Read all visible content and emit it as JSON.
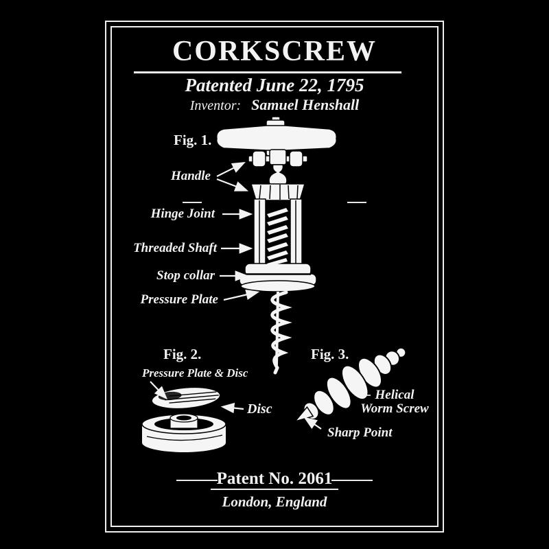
{
  "poster": {
    "title": "CORKSCREW",
    "patented": "Patented June 22, 1795",
    "inventor_label": "Inventor:",
    "inventor_name": "Samuel Henshall",
    "fig1": {
      "label": "Fig. 1.",
      "parts": [
        "Handle",
        "Hinge Joint",
        "Threaded Shaft",
        "Stop collar",
        "Pressure Plate"
      ]
    },
    "fig2": {
      "label": "Fig. 2.",
      "callout_top": "Pressure Plate & Disc",
      "callout_disc": "Disc"
    },
    "fig3": {
      "label": "Fig. 3.",
      "callout_screw_line1": "Helical",
      "callout_screw_line2": "Worm Screw",
      "callout_point": "Sharp Point"
    },
    "footer": {
      "patent_no": "Patent No. 2061",
      "location": "London, England"
    },
    "colors": {
      "background": "#000000",
      "ink": "#f2f2f2"
    }
  }
}
